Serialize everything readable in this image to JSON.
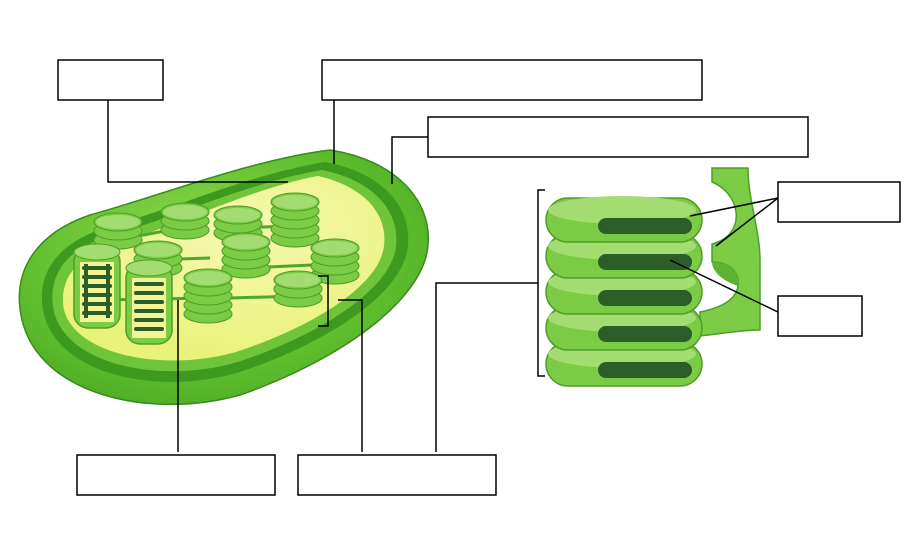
{
  "diagram": {
    "labels": [
      {
        "id": "box-top-left",
        "text": ""
      },
      {
        "id": "box-top-middle",
        "text": ""
      },
      {
        "id": "box-upper-right",
        "text": ""
      },
      {
        "id": "box-right-upper",
        "text": ""
      },
      {
        "id": "box-right-lower",
        "text": ""
      },
      {
        "id": "box-bottom-left",
        "text": ""
      },
      {
        "id": "box-bottom-middle",
        "text": ""
      }
    ]
  },
  "colors": {
    "outer_membrane": "#5cbb2c",
    "inner_membrane": "#3e9a1f",
    "stroma": "#f1f595",
    "thylakoid": "#7ccb45",
    "thylakoid_top": "#a3dc70",
    "lumen": "#2c5e2a",
    "outline": "#000000"
  }
}
